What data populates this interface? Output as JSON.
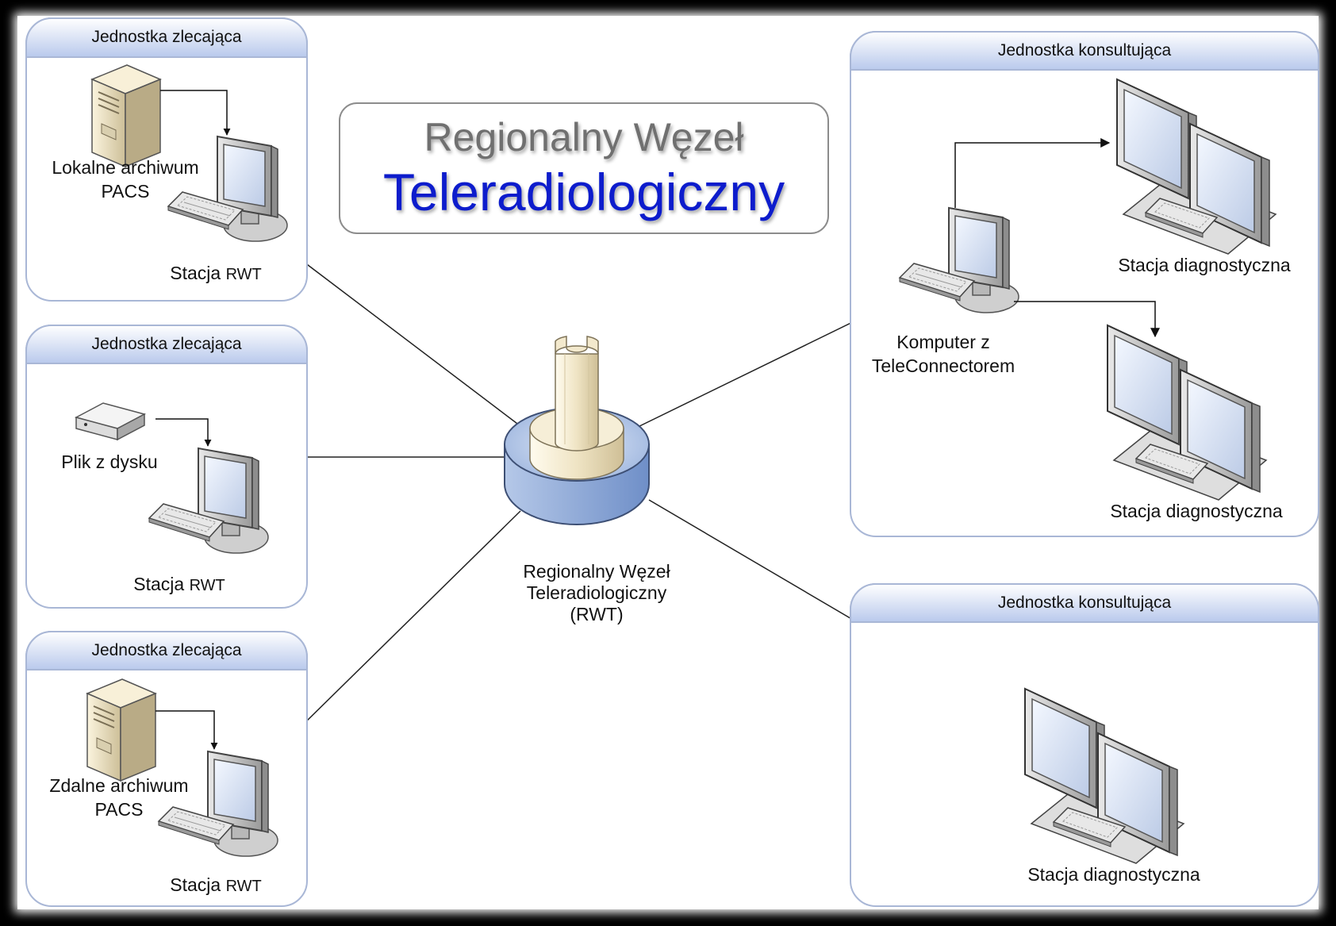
{
  "title": {
    "line1": "Regionalny Węzeł",
    "line2": "Teleradiologiczny"
  },
  "hub": {
    "label_line1": "Regionalny Węzeł",
    "label_line2": "Teleradiologiczny",
    "label_line3": "(RWT)"
  },
  "ordering_units": [
    {
      "header": "Jednostka zlecająca",
      "source_line1": "Lokalne archiwum",
      "source_line2": "PACS",
      "station_word": "Stacja",
      "station_code": "RWT"
    },
    {
      "header": "Jednostka zlecająca",
      "source_line1": "Plik z dysku",
      "station_word": "Stacja",
      "station_code": "RWT"
    },
    {
      "header": "Jednostka zlecająca",
      "source_line1": "Zdalne archiwum",
      "source_line2": "PACS",
      "station_word": "Stacja",
      "station_code": "RWT"
    }
  ],
  "consulting_units": [
    {
      "header": "Jednostka konsultująca",
      "computer_line1": "Komputer z",
      "computer_line2": "TeleConnectorem",
      "stations": [
        "Stacja diagnostyczna",
        "Stacja diagnostyczna"
      ]
    },
    {
      "header": "Jednostka konsultująca",
      "stations": [
        "Stacja diagnostyczna"
      ]
    }
  ],
  "colors": {
    "frame_background": "#000000",
    "canvas_background": "#ffffff",
    "box_border": "#a9b7d6",
    "header_gradient_top": "#ffffff",
    "header_gradient_bottom": "#b9c9ec",
    "title_gray": "#6f6f6f",
    "title_blue": "#0a1ecc",
    "hub_blue": "#8aa7d6",
    "hub_cream": "#efe4c4"
  }
}
